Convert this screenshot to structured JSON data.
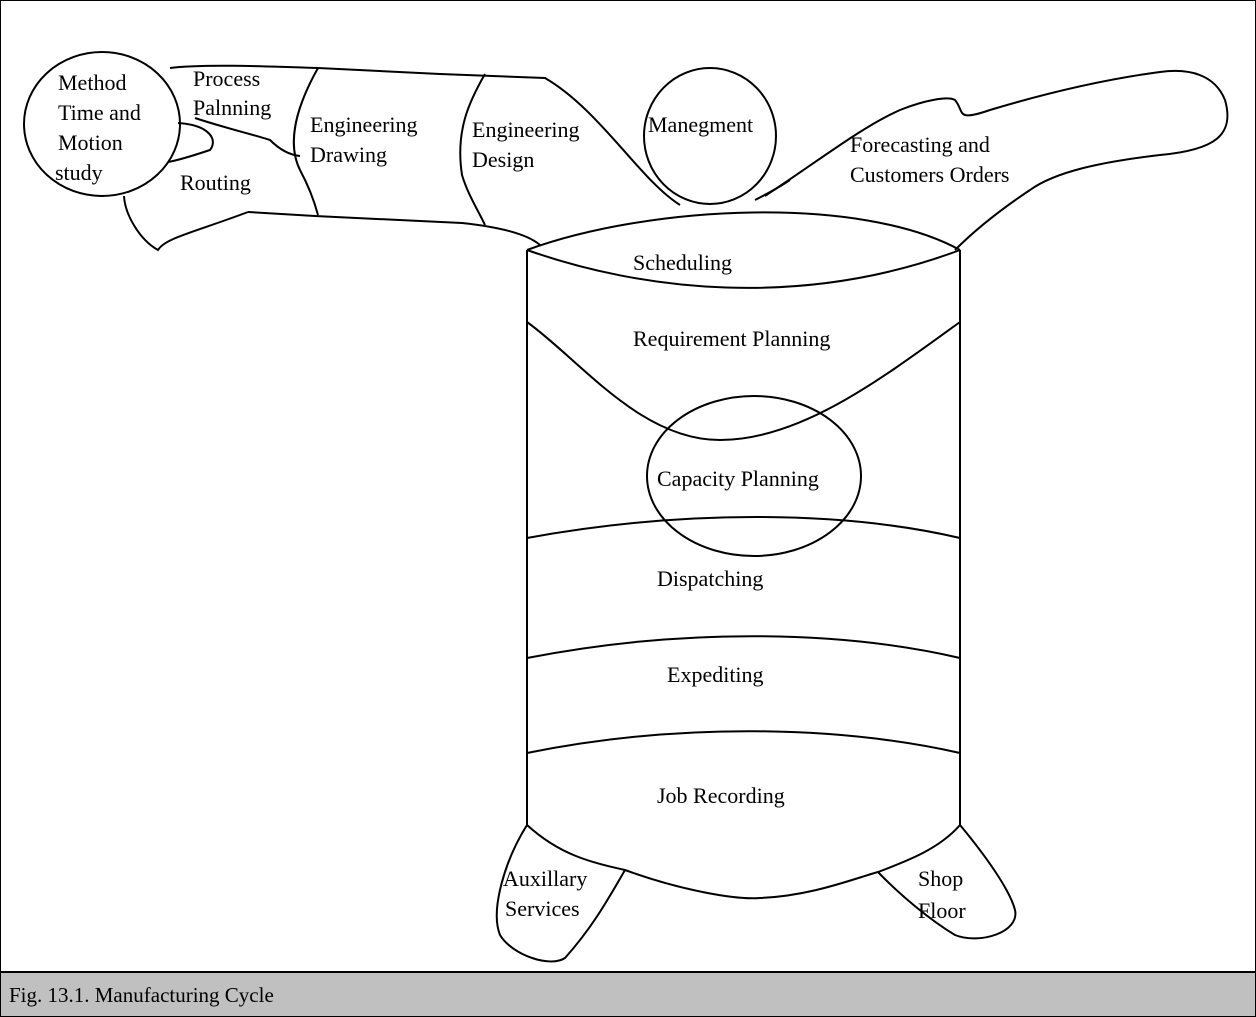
{
  "diagram": {
    "labels": {
      "method_line1": "Method",
      "method_line2": "Time and",
      "method_line3": "Motion",
      "method_line4": "study",
      "process_line1": "Process",
      "process_line2": "Palnning",
      "routing": "Routing",
      "eng_drawing_line1": "Engineering",
      "eng_drawing_line2": "Drawing",
      "eng_design_line1": "Engineering",
      "eng_design_line2": "Design",
      "management": "Manegment",
      "forecast_line1": "Forecasting and",
      "forecast_line2": "Customers Orders",
      "scheduling": "Scheduling",
      "requirement": "Requirement Planning",
      "capacity": "Capacity Planning",
      "dispatching": "Dispatching",
      "expediting": "Expediting",
      "job_recording": "Job Recording",
      "aux_line1": "Auxillary",
      "aux_line2": "Services",
      "shop_line1": "Shop",
      "shop_line2": "Floor"
    }
  },
  "caption": "Fig. 13.1. Manufacturing Cycle"
}
